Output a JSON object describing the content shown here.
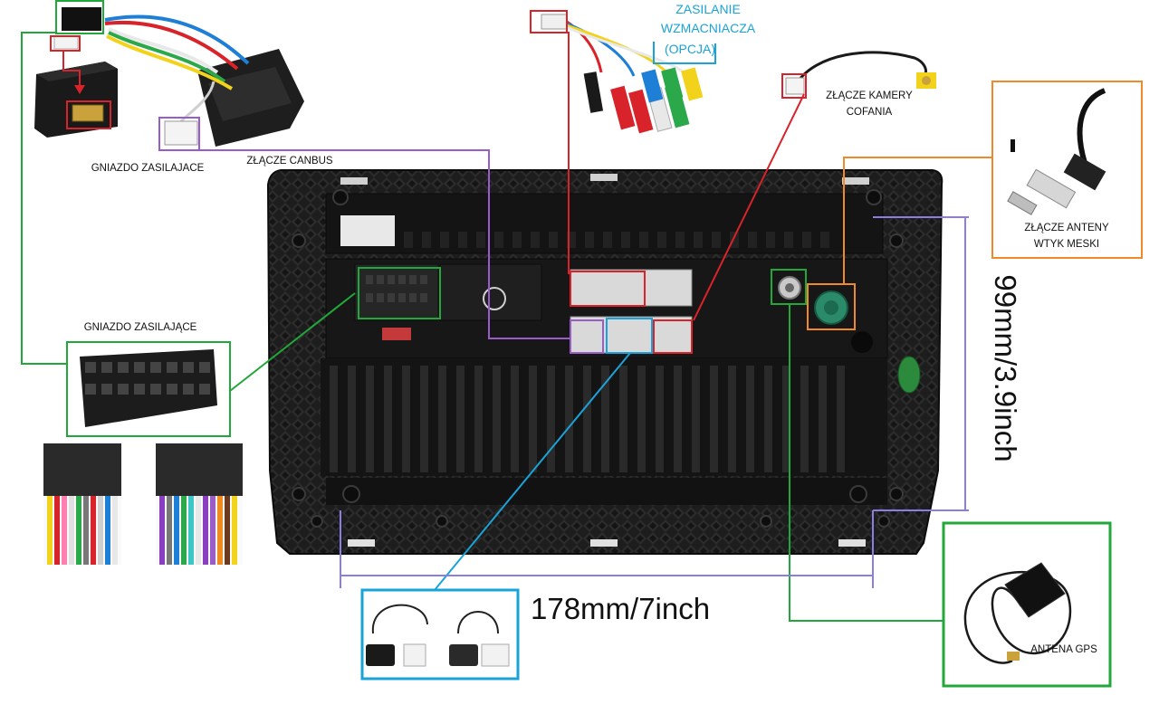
{
  "labels": {
    "power_socket_top": "GNIAZDO ZASILAJACE",
    "canbus": "ZŁĄCZE CANBUS",
    "power_socket_left": "GNIAZDO ZASILAJĄCE",
    "amp_power_line1": "ZASILANIE",
    "amp_power_line2": "WZMACNIACZA",
    "amp_power_line3": "(OPCJA)",
    "camera_line1": "ZŁĄCZE KAMERY",
    "camera_line2": "COFANIA",
    "antenna_line1": "ZŁĄCZE ANTENY",
    "antenna_line2": "WTYK MESKI",
    "gps": "ANTENA GPS"
  },
  "dimensions": {
    "width": "178mm/7inch",
    "height": "99mm/3.9inch"
  },
  "colors": {
    "green": "#22a83a",
    "purple": "#9a5cc6",
    "red": "#d8232a",
    "blue": "#1aa3d8",
    "orange": "#ef8a2b",
    "lavender": "#8a7fe0",
    "unit_body": "#1c1c1c",
    "harness_wires": [
      "#f2d21b",
      "#d8232a",
      "#e8e8e8",
      "#1e7fd6",
      "#8a3fc0",
      "#2aa84a",
      "#f08a1c",
      "#3cc6c6",
      "#777777",
      "#ff7fb0",
      "#6c3b1e"
    ]
  },
  "icons": [
    "power-socket-icon",
    "canbus-plug-icon",
    "rca-cable-icon",
    "camera-plug-icon",
    "antenna-plug-icon",
    "usb-cable-icon",
    "gps-antenna-icon",
    "harness-icon"
  ]
}
